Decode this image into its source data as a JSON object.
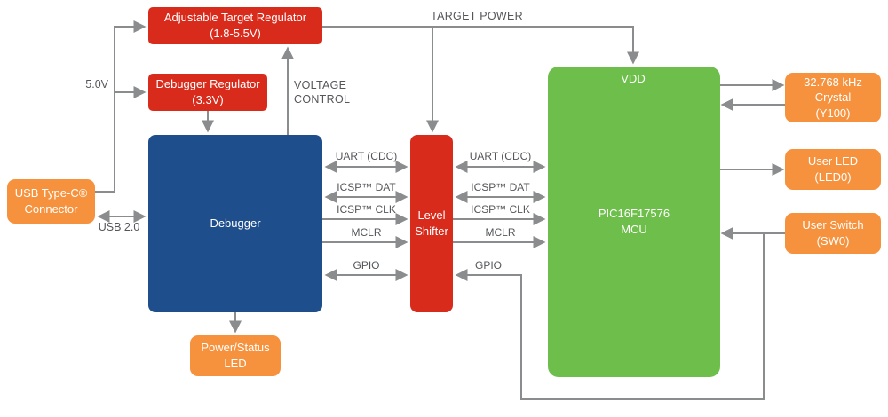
{
  "colors": {
    "red": "#d92b1c",
    "orange": "#f6923d",
    "blue": "#1f4e8c",
    "green": "#6dbe4b",
    "wire": "#8a8c8e",
    "label_text": "#55565a"
  },
  "blocks": {
    "adjustable_target_regulator": "Adjustable Target Regulator\n(1.8-5.5V)",
    "debugger_regulator": "Debugger Regulator\n(3.3V)",
    "usb_connector": "USB Type-C®\nConnector",
    "debugger": "Debugger",
    "level_shifter": "Level\nShifter",
    "mcu": "PIC16F17576\nMCU",
    "crystal": "32.768 kHz\nCrystal\n(Y100)",
    "user_led": "User LED\n(LED0)",
    "user_switch": "User Switch\n(SW0)",
    "power_status_led": "Power/Status\nLED"
  },
  "labels": {
    "target_power": "TARGET POWER",
    "supply_5v": "5.0V",
    "voltage_control": "VOLTAGE\nCONTROL",
    "usb": "USB 2.0",
    "vdd": "VDD"
  },
  "signals_left": [
    "UART (CDC)",
    "ICSP™ DAT",
    "ICSP™ CLK",
    "MCLR",
    "GPIO"
  ],
  "signals_right": [
    "UART (CDC)",
    "ICSP™ DAT",
    "ICSP™ CLK",
    "MCLR",
    "GPIO"
  ]
}
